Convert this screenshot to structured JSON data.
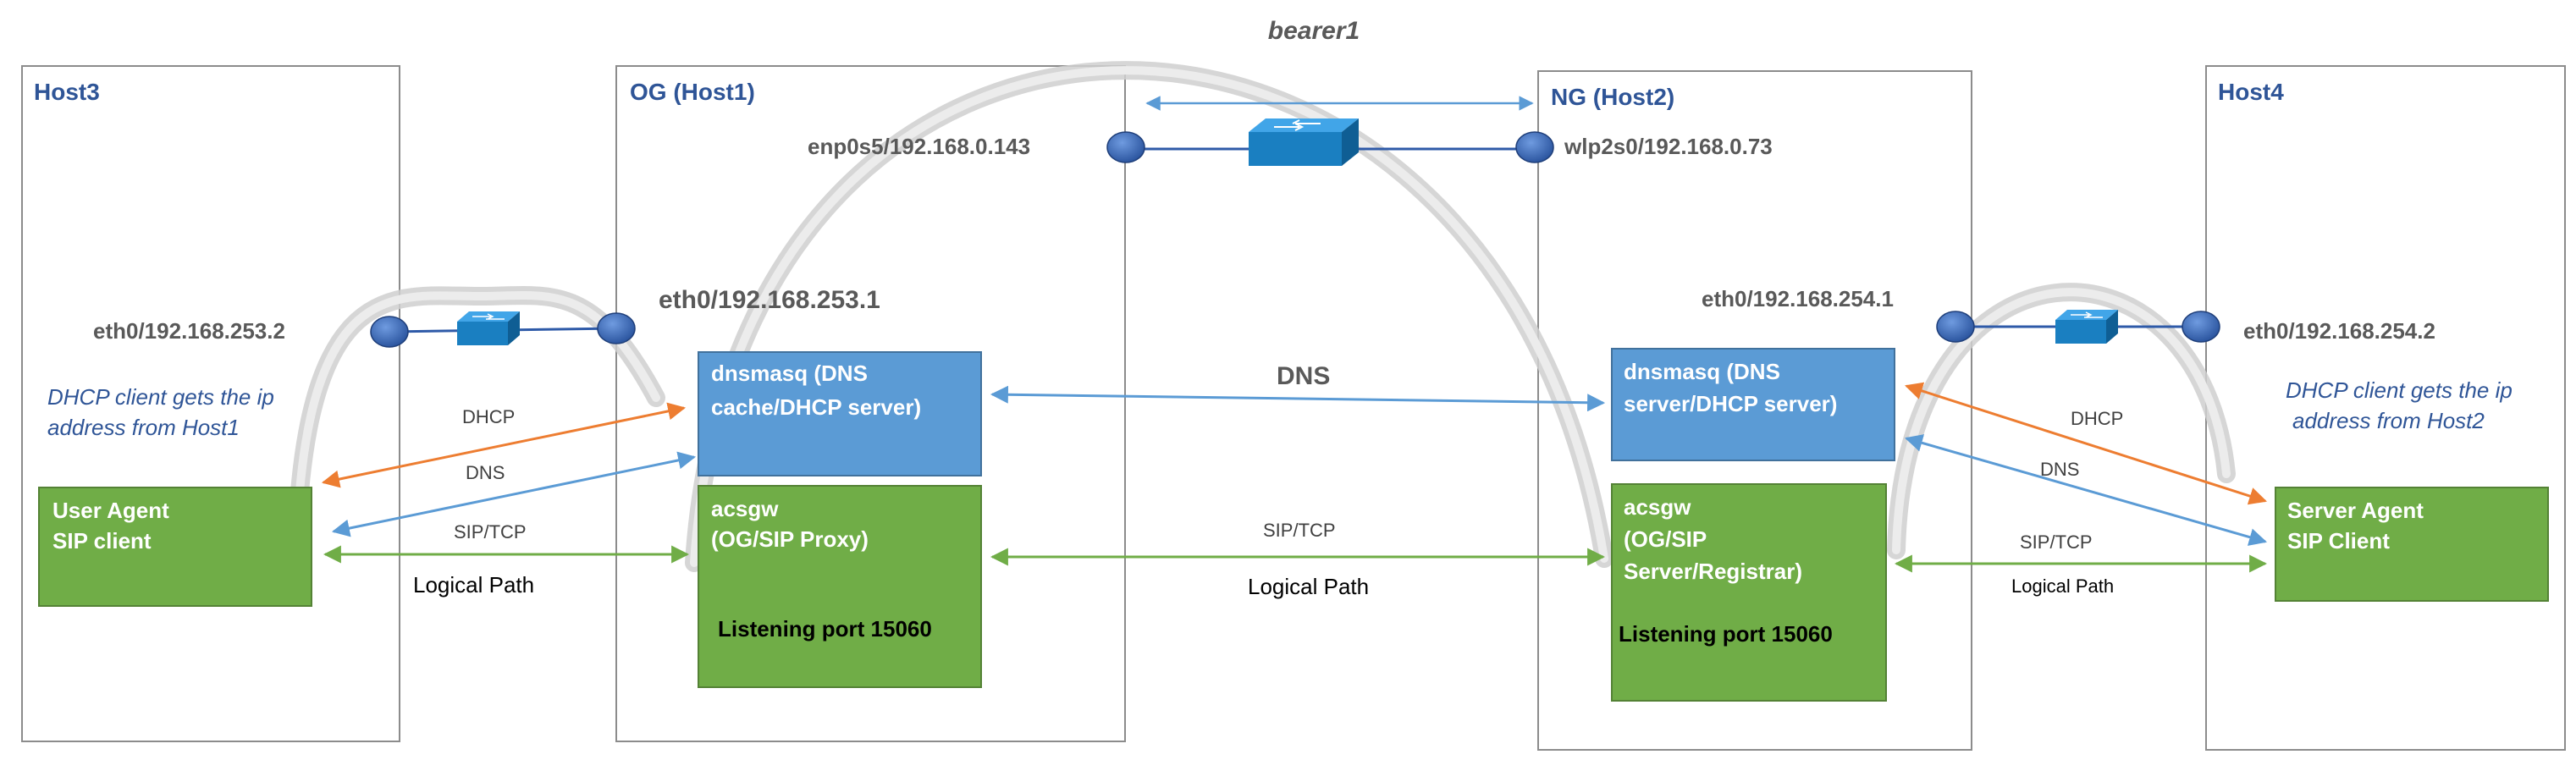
{
  "bearer_label": "bearer1",
  "hosts": {
    "host3": {
      "title": "Host3"
    },
    "host1": {
      "title": "OG (Host1)"
    },
    "host2": {
      "title": "NG (Host2)"
    },
    "host4": {
      "title": "Host4"
    }
  },
  "interfaces": {
    "host3_eth0": "eth0/192.168.253.2",
    "host1_eth0": "eth0/192.168.253.1",
    "host1_enp0s5": "enp0s5/192.168.0.143",
    "host2_wlp2s0": "wlp2s0/192.168.0.73",
    "host2_eth0": "eth0/192.168.254.1",
    "host4_eth0": "eth0/192.168.254.2"
  },
  "notes": {
    "host3_dhcp": [
      "DHCP client gets the ip",
      "address from Host1"
    ],
    "host4_dhcp": [
      "DHCP client gets the ip",
      "address from Host2"
    ]
  },
  "components": {
    "user_agent": [
      "User Agent",
      "SIP client"
    ],
    "og_dnsmasq": [
      "dnsmasq (DNS",
      "cache/DHCP server)"
    ],
    "og_acsgw": [
      "acsgw",
      "(OG/SIP Proxy)"
    ],
    "og_port": "Listening port 15060",
    "ng_dnsmasq": [
      "dnsmasq (DNS",
      "server/DHCP server)"
    ],
    "ng_acsgw": [
      "acsgw",
      "(OG/SIP",
      "Server/Registrar)"
    ],
    "ng_port": "Listening  port 15060",
    "server_agent": [
      "Server Agent",
      "SIP Client"
    ]
  },
  "links": {
    "left_dhcp": "DHCP",
    "left_dns": "DNS",
    "left_sip": "SIP/TCP",
    "left_path": "Logical Path",
    "mid_dns": "DNS",
    "mid_sip": "SIP/TCP",
    "mid_path": "Logical Path",
    "right_dhcp": "DHCP",
    "right_dns": "DNS",
    "right_sip": "SIP/TCP",
    "right_path": "Logical Path"
  },
  "colors": {
    "host_title": "#2f5597",
    "green_box": "#70ad47",
    "blue_box": "#5b9bd5",
    "dhcp_arrow": "#ed7d31",
    "dns_arrow": "#5b9bd5",
    "sip_arrow": "#70ad47",
    "node": "#3d6bb3",
    "switch": "#1a7fc1"
  }
}
